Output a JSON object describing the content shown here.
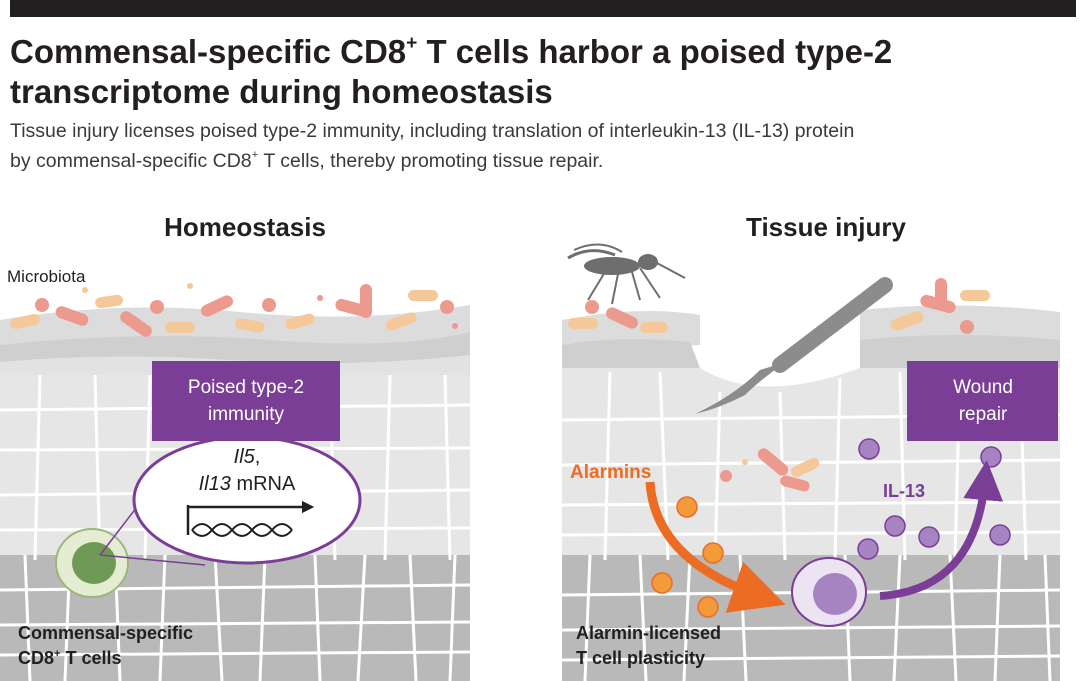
{
  "title": {
    "line1_a": "Commensal-specific CD8",
    "line1_sup": "+",
    "line1_b": " T cells harbor a poised type-2",
    "line2": "transcriptome during homeostasis"
  },
  "subtitle": {
    "line1": "Tissue injury licenses poised type-2 immunity, including translation of interleukin-13 (IL-13) protein",
    "line2_a": "by commensal-specific CD8",
    "line2_sup": "+",
    "line2_b": " T cells, thereby promoting tissue repair."
  },
  "homeostasis": {
    "heading": "Homeostasis",
    "microbiota_label": "Microbiota",
    "poised_box": {
      "line1": "Poised type-2",
      "line2": "immunity"
    },
    "mrna": {
      "il5": "Il5",
      "comma": ",",
      "il13": "Il13",
      "mrna_word": " mRNA"
    },
    "cell_label": {
      "line1": "Commensal-specific",
      "line2_a": "CD8",
      "line2_sup": "+",
      "line2_b": " T cells"
    }
  },
  "injury": {
    "heading": "Tissue injury",
    "alarmins_label": "Alarmins",
    "il13_label": "IL-13",
    "wound_box": {
      "line1": "Wound",
      "line2": "repair"
    },
    "plasticity_label": {
      "line1": "Alarmin-licensed",
      "line2": "T cell plasticity"
    }
  },
  "colors": {
    "purple": "#7a3e97",
    "orange": "#ed6c24",
    "light_purple": "#a684c2",
    "tissue_gray": "#c9c9c9",
    "bacteria_pink": "#ec9a8e",
    "bacteria_peach": "#f5c89a",
    "cell_green": "#6f9a55"
  }
}
